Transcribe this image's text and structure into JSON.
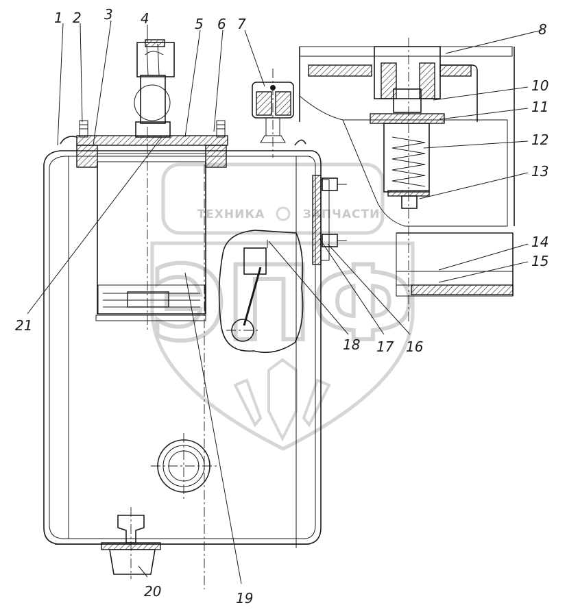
{
  "watermark": {
    "left_word": "ТЕХНИКА",
    "right_word": "ЗАПЧАСТИ",
    "logo_letters": "ЭПФ"
  },
  "callouts": {
    "c1": "1",
    "c2": "2",
    "c3": "3",
    "c4": "4",
    "c5": "5",
    "c6": "6",
    "c7": "7",
    "c8": "8",
    "c10": "10",
    "c11": "11",
    "c12": "12",
    "c13": "13",
    "c14": "14",
    "c15": "15",
    "c16": "16",
    "c17": "17",
    "c18": "18",
    "c19": "19",
    "c20": "20",
    "c21": "21"
  }
}
